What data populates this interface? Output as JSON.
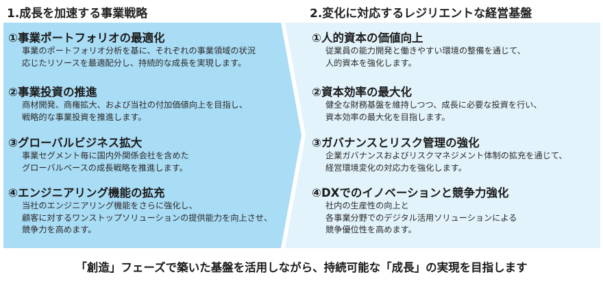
{
  "left": {
    "heading": "1.成長を加速する事業戦略",
    "items": [
      {
        "title": "①事業ポートフォリオの最適化",
        "desc": "事業のポートフォリオ分析を基に、それぞれの事業領域の状況\n応じたリソースを最適配分し、持続的な成長を実現します。"
      },
      {
        "title": "②事業投資の推進",
        "desc": "商材開発、商権拡大、および当社の付加価値向上を目指し、\n戦略的な事業投資を推進します。"
      },
      {
        "title": "③グローバルビジネス拡大",
        "desc": "事業セグメント毎に国内外関係会社を含めた\nグローバルベースの成長戦略を推進します。"
      },
      {
        "title": "④エンジニアリング機能の拡充",
        "desc": "当社のエンジニアリング機能をさらに強化し、\n顧客に対するワンストップソリューションの提供能力を向上させ、\n競争力を高めます。"
      }
    ]
  },
  "right": {
    "heading": "2.変化に対応するレジリエントな経営基盤",
    "items": [
      {
        "title": "①人的資本の価値向上",
        "desc": "従業員の能力開発と働きやすい環境の整備を通じて、\n人的資本を強化します。"
      },
      {
        "title": "②資本効率の最大化",
        "desc": "健全な財務基盤を維持しつつ、成長に必要な投資を行い、\n資本効率の最大化を目指します。"
      },
      {
        "title": "③ガバナンスとリスク管理の強化",
        "desc": "企業ガバナンスおよびリスクマネジメント体制の拡充を通じて、\n経営環境変化の対応力を強化します。"
      },
      {
        "title": "④DXでのイノベーションと競争力強化",
        "desc": "社内の生産性の向上と\n各事業分野でのデジタル活用ソリューションによる\n競争優位性を高めます。"
      }
    ]
  },
  "footer": "「創造」フェーズで築いた基盤を活用しながら、持続可能な「成長」の実現を目指します",
  "colors": {
    "left_panel": "#a9dcf5",
    "right_panel": "#e2f3fb"
  }
}
